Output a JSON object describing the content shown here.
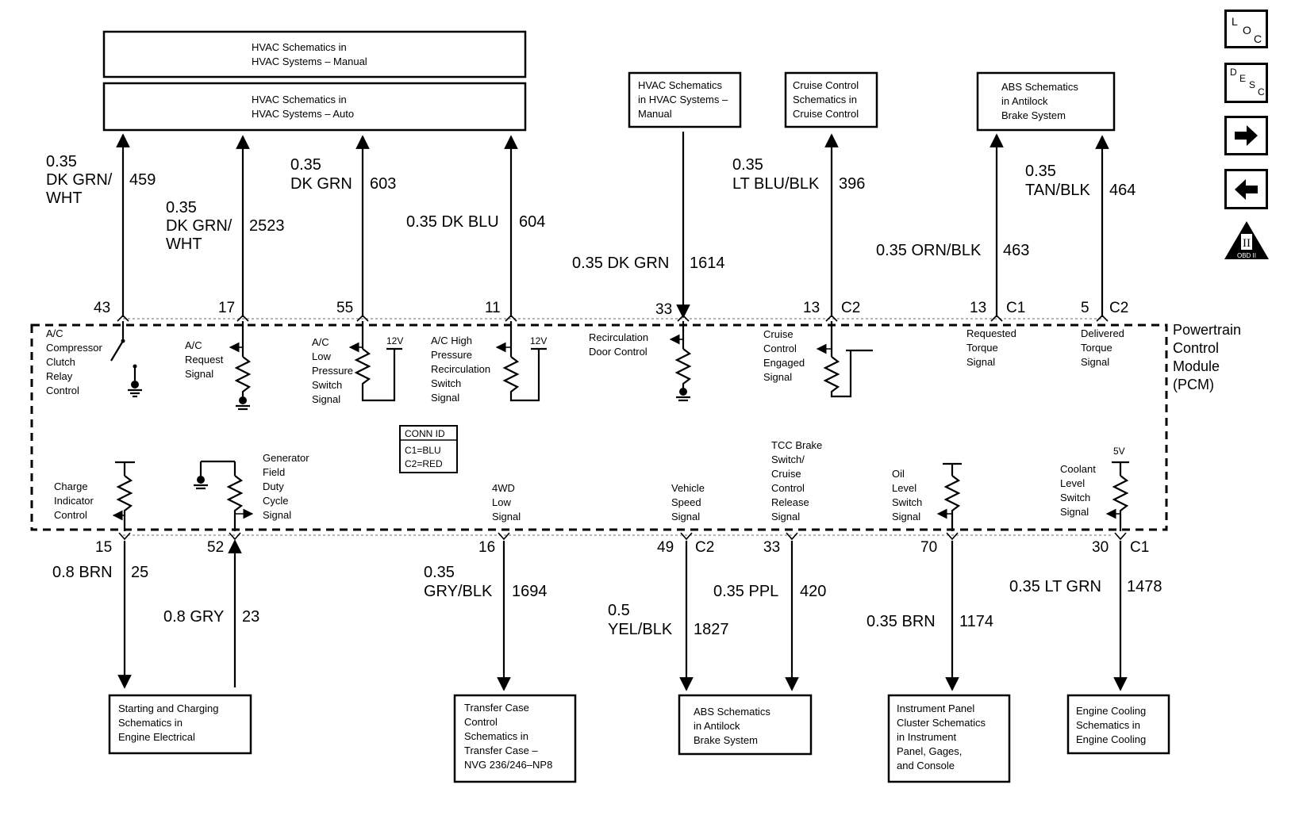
{
  "boxes": {
    "hvac_manual": [
      "HVAC Schematics in",
      "HVAC Systems – Manual"
    ],
    "hvac_auto": [
      "HVAC Schematics in",
      "HVAC Systems – Auto"
    ],
    "hvac_manual2": [
      "HVAC Schematics",
      "in HVAC Systems –",
      "Manual"
    ],
    "cruise": [
      "Cruise Control",
      "Schematics in",
      "Cruise Control"
    ],
    "abs_top": [
      "ABS Schematics",
      "in Antilock",
      "Brake System"
    ],
    "starting": [
      "Starting and Charging",
      "Schematics in",
      "Engine Electrical"
    ],
    "transfer": [
      "Transfer Case",
      "Control",
      "Schematics in",
      "Transfer Case –",
      "NVG 236/246–NP8"
    ],
    "abs_bottom": [
      "ABS Schematics",
      "in Antilock",
      "Brake System"
    ],
    "instrument": [
      "Instrument Panel",
      "Cluster Schematics",
      "in Instrument",
      "Panel, Gages,",
      "and Console"
    ],
    "cooling": [
      "Engine Cooling",
      "Schematics in",
      "Engine Cooling"
    ]
  },
  "top_wires": {
    "w459": {
      "gauge": [
        "0.35",
        "DK GRN/",
        "WHT"
      ],
      "circuit": "459",
      "pin": "43"
    },
    "w2523": {
      "gauge": [
        "0.35",
        "DK GRN/",
        "WHT"
      ],
      "circuit": "2523",
      "pin": "17"
    },
    "w603": {
      "gauge": [
        "0.35",
        "DK GRN"
      ],
      "circuit": "603",
      "pin": "55"
    },
    "w604": {
      "gauge": [
        "0.35 DK BLU"
      ],
      "circuit": "604",
      "pin": "11"
    },
    "w1614": {
      "gauge": [
        "0.35 DK GRN"
      ],
      "circuit": "1614",
      "pin": "33"
    },
    "w396": {
      "gauge": [
        "0.35",
        "LT BLU/BLK"
      ],
      "circuit": "396",
      "pin": "13",
      "conn": "C2"
    },
    "w463": {
      "gauge": [
        "0.35 ORN/BLK"
      ],
      "circuit": "463",
      "pin": "13",
      "conn": "C1"
    },
    "w464": {
      "gauge": [
        "0.35",
        "TAN/BLK"
      ],
      "circuit": "464",
      "pin": "5",
      "conn": "C2"
    }
  },
  "bottom_wires": {
    "w25": {
      "gauge": [
        "0.8 BRN"
      ],
      "circuit": "25",
      "pin": "15"
    },
    "w23": {
      "gauge": [
        "0.8 GRY"
      ],
      "circuit": "23",
      "pin": "52"
    },
    "w1694": {
      "gauge": [
        "0.35",
        "GRY/BLK"
      ],
      "circuit": "1694",
      "pin": "16"
    },
    "w1827": {
      "gauge": [
        "0.5",
        "YEL/BLK"
      ],
      "circuit": "1827",
      "pin": "49",
      "conn": "C2"
    },
    "w420": {
      "gauge": [
        "0.35 PPL"
      ],
      "circuit": "420",
      "pin": "33"
    },
    "w1174": {
      "gauge": [
        "0.35 BRN"
      ],
      "circuit": "1174",
      "pin": "70"
    },
    "w1478": {
      "gauge": [
        "0.35 LT GRN"
      ],
      "circuit": "1478",
      "pin": "30",
      "conn": "C1"
    }
  },
  "pcm": {
    "label": [
      "Powertrain",
      "Control",
      "Module",
      "(PCM)"
    ],
    "conn_id": [
      "CONN ID",
      "C1=BLU",
      "C2=RED"
    ],
    "voltage_12": "12V",
    "voltage_5": "5V",
    "signals": {
      "ac_clutch": [
        "A/C",
        "Compressor",
        "Clutch",
        "Relay",
        "Control"
      ],
      "ac_request": [
        "A/C",
        "Request",
        "Signal"
      ],
      "ac_low": [
        "A/C",
        "Low",
        "Pressure",
        "Switch",
        "Signal"
      ],
      "ac_high": [
        "A/C High",
        "Pressure",
        "Recirculation",
        "Switch",
        "Signal"
      ],
      "recirc": [
        "Recirculation",
        "Door Control"
      ],
      "cruise_engaged": [
        "Cruise",
        "Control",
        "Engaged",
        "Signal"
      ],
      "requested_torque": [
        "Requested",
        "Torque",
        "Signal"
      ],
      "delivered_torque": [
        "Delivered",
        "Torque",
        "Signal"
      ],
      "charge_indicator": [
        "Charge",
        "Indicator",
        "Control"
      ],
      "generator_field": [
        "Generator",
        "Field",
        "Duty",
        "Cycle",
        "Signal"
      ],
      "fwd_low": [
        "4WD",
        "Low",
        "Signal"
      ],
      "vehicle_speed": [
        "Vehicle",
        "Speed",
        "Signal"
      ],
      "tcc_brake": [
        "TCC Brake",
        "Switch/",
        "Cruise",
        "Control",
        "Release",
        "Signal"
      ],
      "oil_level": [
        "Oil",
        "Level",
        "Switch",
        "Signal"
      ],
      "coolant_level": [
        "Coolant",
        "Level",
        "Switch",
        "Signal"
      ]
    }
  },
  "nav": {
    "loc_letters": [
      "L",
      "O",
      "C"
    ],
    "desc_letters": [
      "D",
      "E",
      "S",
      "C"
    ],
    "next_icon": "arrow-right",
    "prev_icon": "arrow-left",
    "obd_label": "OBD II",
    "obd_numeral": "II"
  }
}
